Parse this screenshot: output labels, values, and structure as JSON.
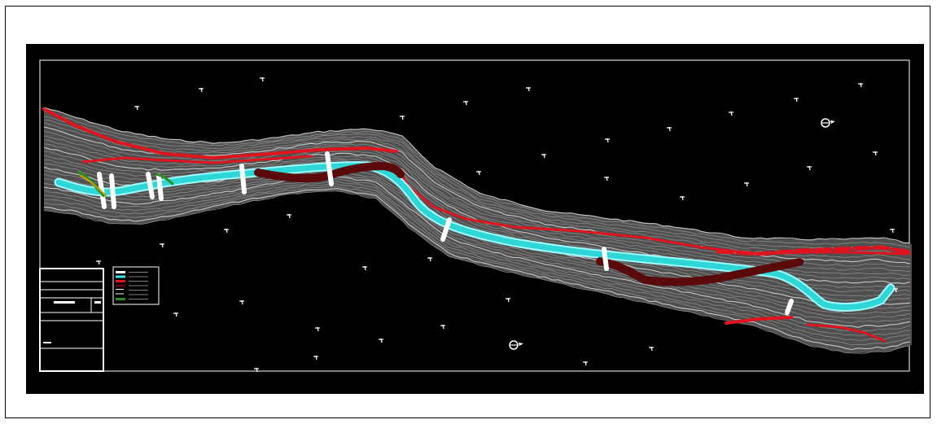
{
  "drawing": {
    "background": "#000000",
    "border_color": "#ffffff",
    "colors": {
      "terrain_contour": "#8a8a8a",
      "terrain_fill": "#505050",
      "river": "#3fe8e8",
      "river_edge": "#9ffcff",
      "bank_line": "#e0141e",
      "access_road": "#5a0a0a",
      "cross_section": "#ffffff",
      "vegetation": "#2e8b20",
      "survey_mark": "#ffffff"
    },
    "title_block": {
      "label_a": "",
      "label_b": ""
    },
    "legend": {
      "entries": [
        {
          "icon": "white-bar",
          "color": "#ffffff"
        },
        {
          "icon": "cyan-bar",
          "color": "#3fe8e8"
        },
        {
          "icon": "red-bar",
          "color": "#e0141e"
        },
        {
          "icon": "dark-red-bar",
          "color": "#5a0a0a"
        },
        {
          "icon": "line",
          "color": "#ffffff"
        },
        {
          "icon": "line",
          "color": "#ffffff"
        },
        {
          "icon": "green-symbol",
          "color": "#2e8b20"
        }
      ]
    },
    "north_arrows": 2,
    "survey_points": 34
  }
}
